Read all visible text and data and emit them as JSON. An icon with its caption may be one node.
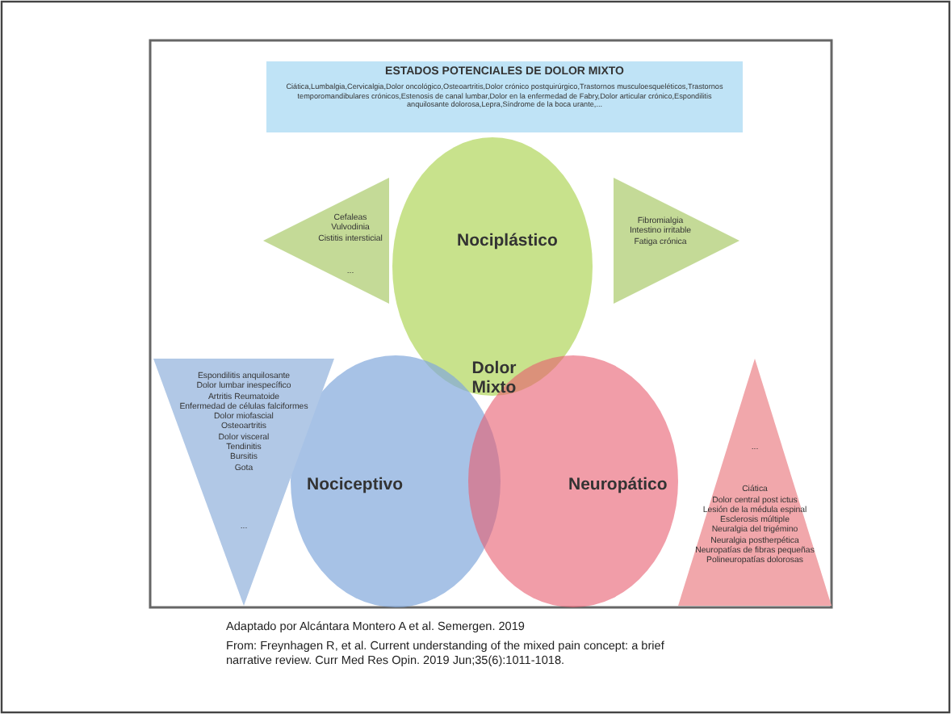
{
  "diagram": {
    "caption": "Adaptado por Alcántara Montero A  et al. Semergen. 2019",
    "nodes": [
      {
        "text": [
          "ESTADOS POTENCIALES DE DOLOR MIXTO",
          "Ciática,Lumbalgia,Cervicalgia,Dolor oncológico,Osteoartritis,Dolor crónico postquirúrgico,Trastornos musculoesqueléticos,Trastornos temporomandibulares crónicos,Estenosis de canal lumbar,Dolor en la enfermedad de Fabry,Dolor articular crónico,Espondilitis anquilosante dolorosa,Lepra,Síndrome de la boca urante,..."
        ]
      },
      {
        "text": [
          "Cefaleas",
          "Vulvodinia",
          "Cistitis intersticial",
          "..."
        ]
      },
      {
        "text": [
          "Fibromialgia",
          "Intestino irritable",
          "Fatiga crónica"
        ]
      },
      {
        "text": [
          "Nociplástico"
        ]
      },
      {
        "text": [
          "Nociceptivo"
        ]
      },
      {
        "text": [
          "Neuropático"
        ]
      },
      {
        "text": [
          "Espondilitis anquilosante",
          "Dolor lumbar inespecífico",
          "Artritis Reumatoide",
          "Enfermedad de células falciformes",
          "Dolor miofascial",
          "Osteoartritis",
          "Dolor visceral",
          "Tendinitis",
          "Bursitis",
          "Gota",
          "..."
        ]
      },
      {
        "text": [
          "...",
          "Ciática",
          "Dolor central post ictus",
          "Lesión de la médula espinal",
          "Esclerosis múltiple",
          "Neuralgia del trigémino",
          "Neuralgia postherpética",
          "Neuropatías de fibras pequeñas",
          "Polineuropatías dolorosas"
        ]
      }
    ],
    "labels": [
      "Dolor Mixto",
      "From: Freynhagen R, et al. Current understanding of the mixed pain concept: a brief narrative review. Curr Med Res Opin. 2019 Jun;35(6):1011-1018."
    ]
  }
}
